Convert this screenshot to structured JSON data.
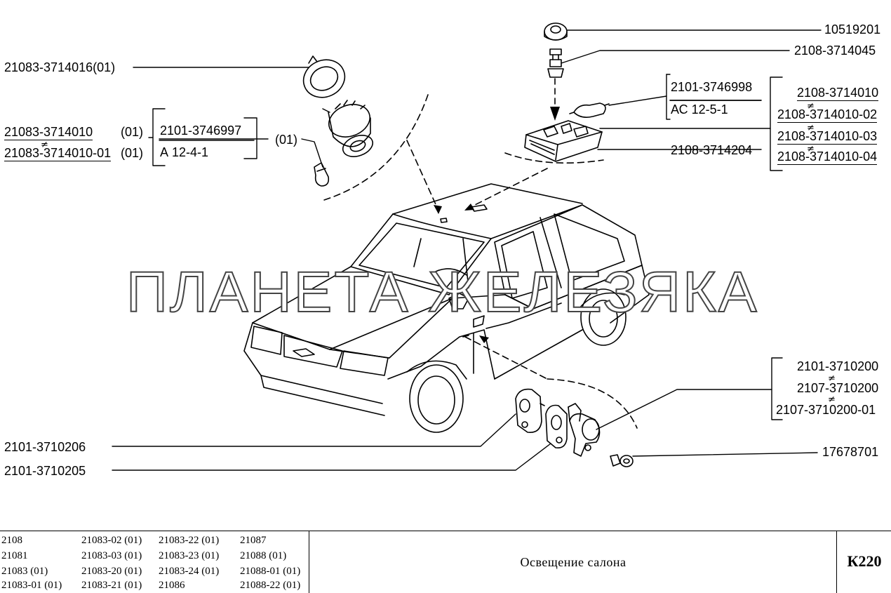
{
  "watermark": "ПЛАНЕТА ЖЕЛЕЗЯКА",
  "labels": {
    "p10519201": "10519201",
    "p2108_3714045": "2108-3714045",
    "p21083_3714016": "21083-3714016(01)",
    "p2101_3746998": "2101-3746998",
    "pAC_12_5_1": "АС 12-5-1",
    "p2108_3714010": "2108-3714010",
    "p2108_3714010_02": "2108-3714010-02",
    "p2108_3714010_03": "2108-3714010-03",
    "p2108_3714010_04": "2108-3714010-04",
    "p2108_3714204": "2108-3714204",
    "p21083_3714010": "21083-3714010",
    "p21083_3714010_suffix": "(01)",
    "p21083_3714010_01": "21083-3714010-01",
    "p21083_3714010_01_suffix": "(01)",
    "p2101_3746997": "2101-3746997",
    "pA_12_4_1": "А 12-4-1",
    "bulb_suffix": "(01)",
    "p2101_3710200": "2101-3710200",
    "p2107_3710200": "2107-3710200",
    "p2107_3710200_01": "2107-3710200-01",
    "p2101_3710206": "2101-3710206",
    "p2101_3710205": "2101-3710205",
    "p17678701": "17678701",
    "neq": "≠"
  },
  "models": {
    "col1": [
      "2108",
      "21081",
      "21083 (01)",
      "21083-01 (01)"
    ],
    "col2": [
      "21083-02 (01)",
      "21083-03 (01)",
      "21083-20 (01)",
      "21083-21 (01)"
    ],
    "col3": [
      "21083-22 (01)",
      "21083-23 (01)",
      "21083-24 (01)",
      "21086"
    ],
    "col4": [
      "21087",
      "21088 (01)",
      "21088-01 (01)",
      "21088-22 (01)"
    ]
  },
  "title": "Освещение салона",
  "code": "К220"
}
